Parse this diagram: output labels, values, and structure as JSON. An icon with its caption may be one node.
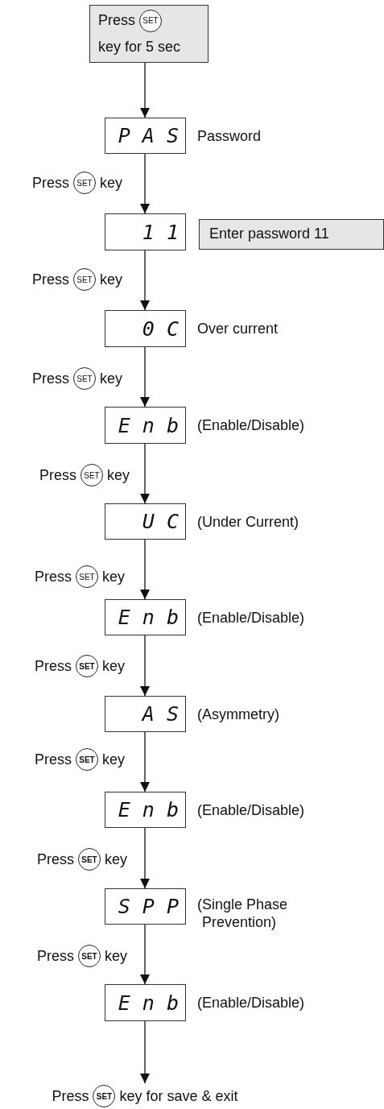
{
  "diagram": {
    "nodes": [
      {
        "text": [
          "Press",
          "SET",
          "key for 5 sec"
        ]
      },
      {
        "text": [
          "P A S"
        ],
        "beside": [
          "Password"
        ]
      },
      {
        "text": [
          "1 1"
        ]
      },
      {
        "text": [
          "Enter password 11"
        ]
      },
      {
        "text": [
          "0 C"
        ],
        "beside": [
          "Over current"
        ]
      },
      {
        "text": [
          "E n b"
        ],
        "beside": [
          "(Enable/Disable)"
        ]
      },
      {
        "text": [
          "U C"
        ],
        "beside": [
          "(Under Current)"
        ]
      },
      {
        "text": [
          "E n b"
        ],
        "beside": [
          "(Enable/Disable)"
        ]
      },
      {
        "text": [
          "A S"
        ],
        "beside": [
          "(Asymmetry)"
        ]
      },
      {
        "text": [
          "E n b"
        ],
        "beside": [
          "(Enable/Disable)"
        ]
      },
      {
        "text": [
          "S P P"
        ],
        "beside": [
          "(Single Phase Prevention)"
        ]
      },
      {
        "text": [
          "E n b"
        ],
        "beside": [
          "(Enable/Disable)"
        ]
      },
      {
        "text": [
          "Press",
          "SET",
          "key for save & exit"
        ]
      }
    ],
    "edges": [
      {
        "from": 0,
        "to": 1,
        "arrow": "to"
      },
      {
        "from": 1,
        "to": 2,
        "arrow": "to",
        "label": "Press SET key"
      },
      {
        "from": 2,
        "to": 4,
        "arrow": "to",
        "label": "Press SET key"
      },
      {
        "from": 4,
        "to": 5,
        "arrow": "to",
        "label": "Press SET key"
      },
      {
        "from": 5,
        "to": 6,
        "arrow": "to",
        "label": "Press SET key"
      },
      {
        "from": 6,
        "to": 7,
        "arrow": "to",
        "label": "Press SET key"
      },
      {
        "from": 7,
        "to": 8,
        "arrow": "to",
        "label": "Press SET key"
      },
      {
        "from": 8,
        "to": 9,
        "arrow": "to",
        "label": "Press SET key"
      },
      {
        "from": 9,
        "to": 10,
        "arrow": "to",
        "label": "Press SET key"
      },
      {
        "from": 10,
        "to": 11,
        "arrow": "to",
        "label": "Press SET key"
      },
      {
        "from": 11,
        "to": 12,
        "arrow": "to"
      }
    ]
  }
}
